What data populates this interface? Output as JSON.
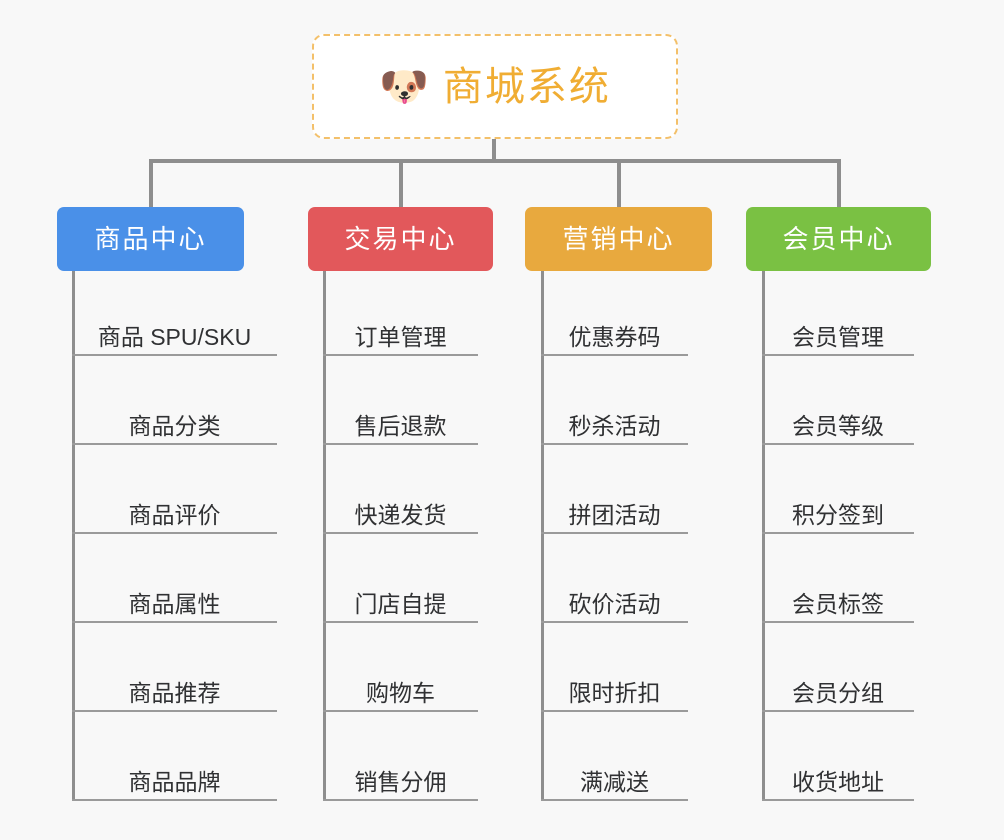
{
  "background_color": "#f8f8f8",
  "root": {
    "icon": "shiba-dog-face-emoji",
    "emoji": "🐶",
    "title": "商城系统",
    "text_color": "#f0ad33",
    "border_color": "#f3c06a",
    "background": "#ffffff"
  },
  "connector_color": "#8e8e8e",
  "columns": [
    {
      "id": "product-center",
      "label": "商品中心",
      "color": "#4a90e8",
      "items": [
        "商品 SPU/SKU",
        "商品分类",
        "商品评价",
        "商品属性",
        "商品推荐",
        "商品品牌"
      ]
    },
    {
      "id": "trade-center",
      "label": "交易中心",
      "color": "#e2585b",
      "items": [
        "订单管理",
        "售后退款",
        "快递发货",
        "门店自提",
        "购物车",
        "销售分佣"
      ]
    },
    {
      "id": "marketing-center",
      "label": "营销中心",
      "color": "#e8a93e",
      "items": [
        "优惠券码",
        "秒杀活动",
        "拼团活动",
        "砍价活动",
        "限时折扣",
        "满减送"
      ]
    },
    {
      "id": "member-center",
      "label": "会员中心",
      "color": "#7ac143",
      "items": [
        "会员管理",
        "会员等级",
        "积分签到",
        "会员标签",
        "会员分组",
        "收货地址"
      ]
    }
  ]
}
